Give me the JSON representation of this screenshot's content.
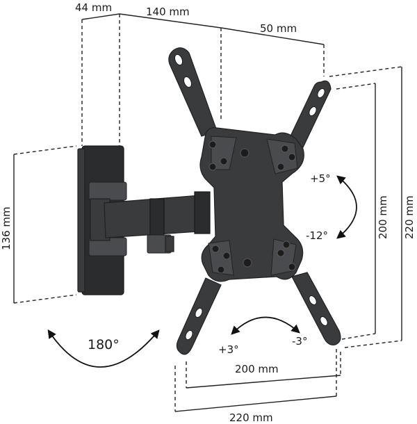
{
  "dimensions": {
    "depth_min": "44 mm",
    "arm_length": "140 mm",
    "extension": "50 mm",
    "wall_plate_height": "136 mm",
    "vesa_vertical_inner": "200 mm",
    "vesa_vertical_outer": "220 mm",
    "vesa_horizontal_inner": "200 mm",
    "vesa_horizontal_outer": "220 mm"
  },
  "tilt": {
    "up": "+5°",
    "down": "-12°"
  },
  "swivel": "180°",
  "rotation": {
    "left": "+3°",
    "right": "-3°"
  },
  "colors": {
    "metal": "#3a3b3d",
    "line": "#222222"
  }
}
